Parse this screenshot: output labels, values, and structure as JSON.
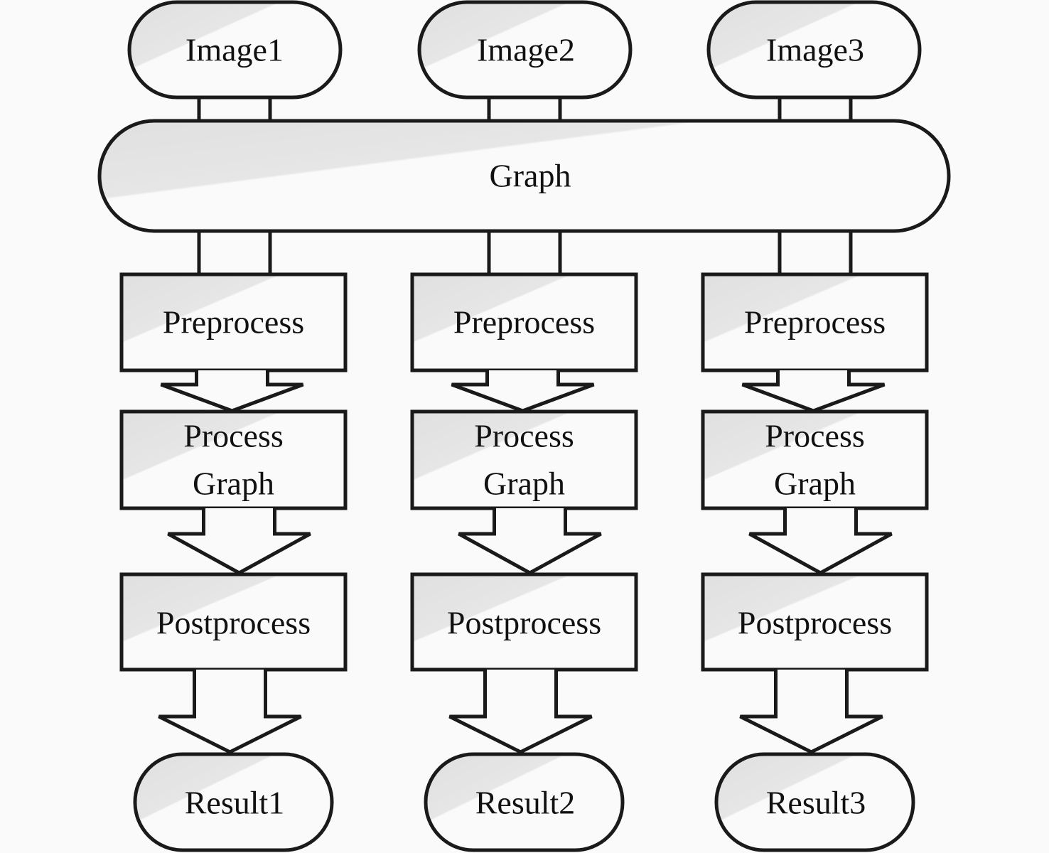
{
  "diagram": {
    "inputs": [
      "Image1",
      "Image2",
      "Image3"
    ],
    "shared": "Graph",
    "columns": [
      {
        "preprocess": "Preprocess",
        "process_line1": "Process",
        "process_line2": "Graph",
        "postprocess": "Postprocess",
        "result": "Result1"
      },
      {
        "preprocess": "Preprocess",
        "process_line1": "Process",
        "process_line2": "Graph",
        "postprocess": "Postprocess",
        "result": "Result2"
      },
      {
        "preprocess": "Preprocess",
        "process_line1": "Process",
        "process_line2": "Graph",
        "postprocess": "Postprocess",
        "result": "Result3"
      }
    ],
    "colors": {
      "stroke": "#1a1a1a",
      "fill": "#fafafa",
      "shade": "#e2e2e2",
      "background": "#fafafa"
    }
  }
}
